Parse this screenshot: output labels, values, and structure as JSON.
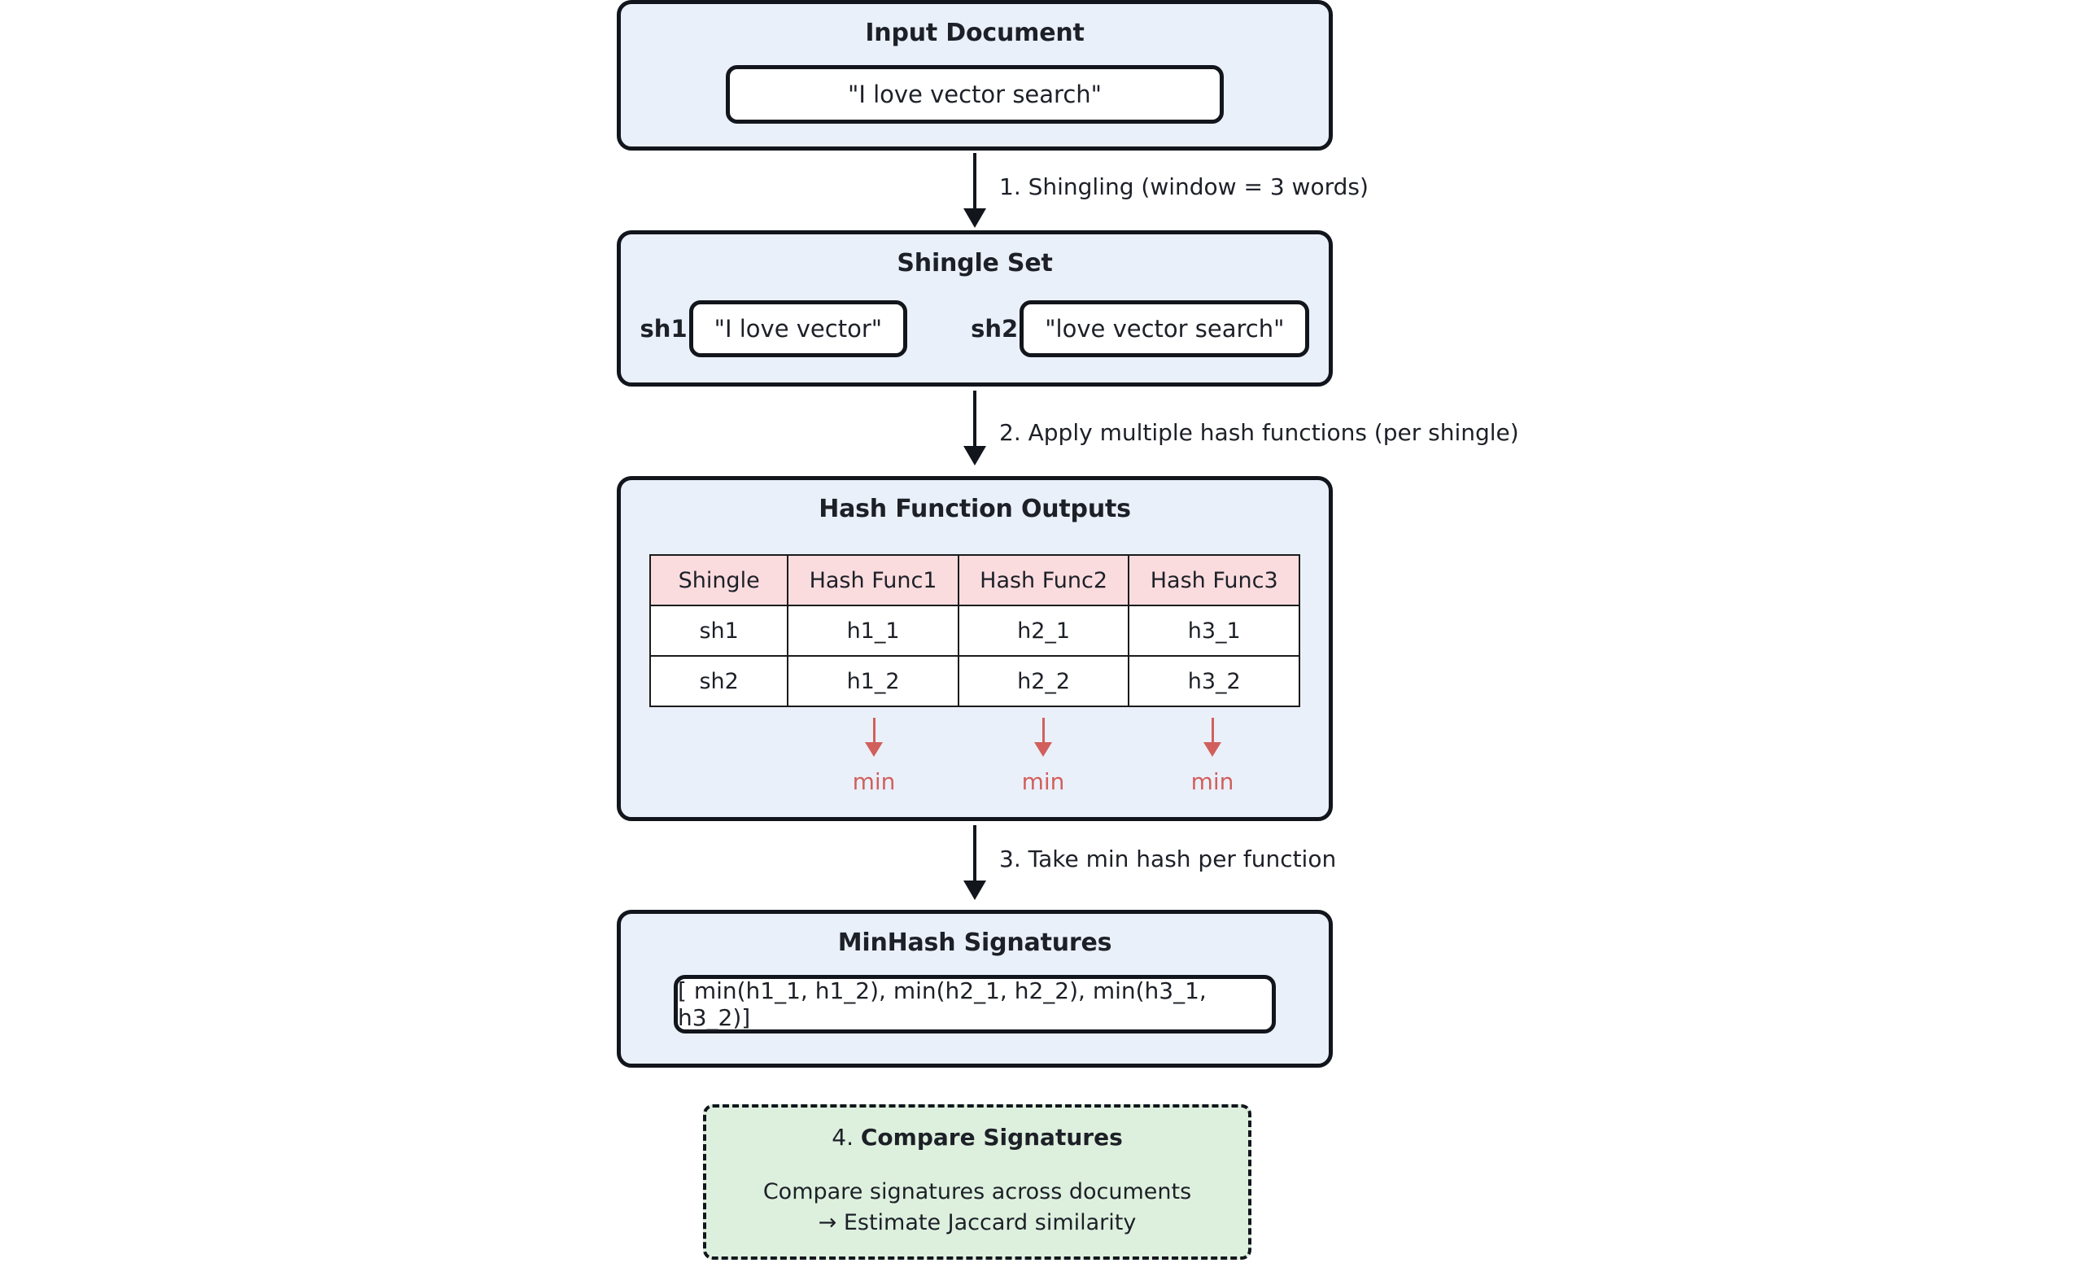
{
  "diagram": {
    "title": "MinHash pipeline",
    "colors": {
      "stage_fill": "#eaf0fa",
      "stage_border": "#12161c",
      "table_header_fill": "#fadcdf",
      "min_accent": "#d1605c",
      "compare_fill": "#ddf0de",
      "text": "#1d2027"
    }
  },
  "stages": {
    "input": {
      "title": "Input Document",
      "document_text": "\"I love vector search\""
    },
    "shingle": {
      "title": "Shingle Set",
      "items": [
        {
          "label": "sh1",
          "text": "\"I love vector\""
        },
        {
          "label": "sh2",
          "text": "\"love vector search\""
        }
      ]
    },
    "hash": {
      "title": "Hash Function Outputs",
      "table": {
        "columns": [
          "Shingle",
          "Hash Func1",
          "Hash Func2",
          "Hash Func3"
        ],
        "rows": [
          [
            "sh1",
            "h1_1",
            "h2_1",
            "h3_1"
          ],
          [
            "sh2",
            "h1_2",
            "h2_2",
            "h3_2"
          ]
        ]
      },
      "min_labels": [
        "min",
        "min",
        "min"
      ]
    },
    "minhash": {
      "title": "MinHash Signatures",
      "signature": "[ min(h1_1, h1_2), min(h2_1, h2_2), min(h3_1, h3_2)]"
    },
    "compare": {
      "step_number": "4.",
      "title": "Compare Signatures",
      "line1": "Compare signatures across documents",
      "line2": "→ Estimate Jaccard similarity"
    }
  },
  "connectors": [
    {
      "label": "1. Shingling (window = 3 words)"
    },
    {
      "label": "2. Apply multiple hash functions (per shingle)"
    },
    {
      "label": "3. Take min hash per function"
    }
  ]
}
